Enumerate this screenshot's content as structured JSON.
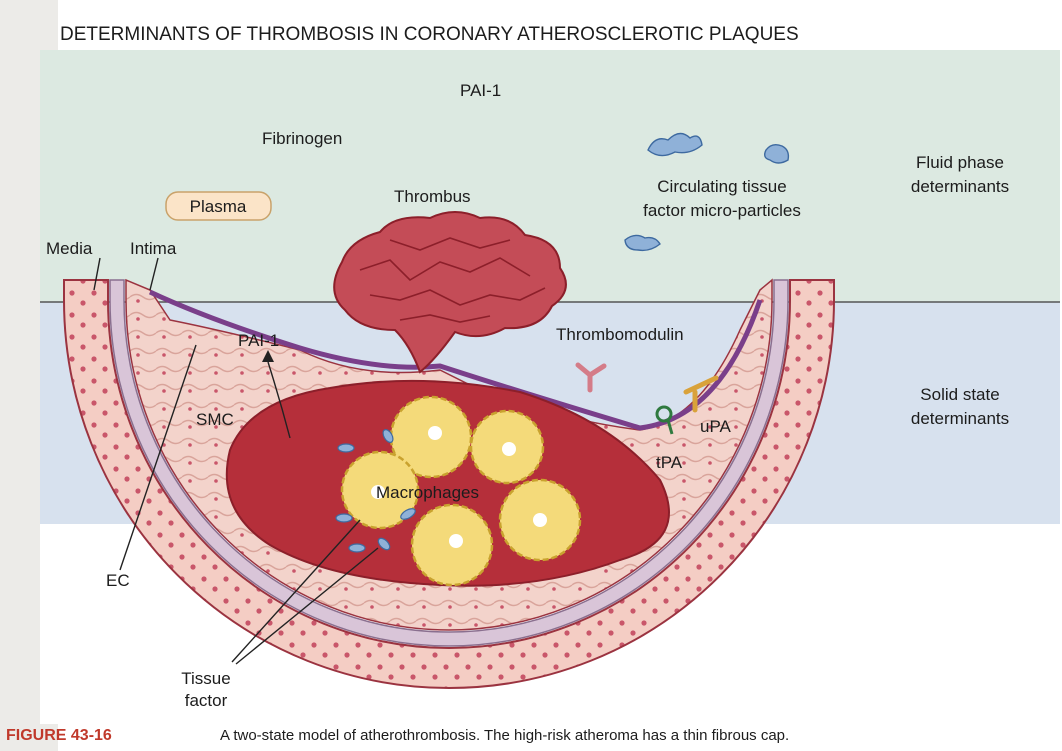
{
  "title": "DETERMINANTS OF THROMBOSIS IN CORONARY ATHEROSCLEROTIC PLAQUES",
  "labels": {
    "pai1_top": "PAI-1",
    "fibrinogen": "Fibrinogen",
    "plasma": "Plasma",
    "thrombus": "Thrombus",
    "circulating_line1": "Circulating tissue",
    "circulating_line2": "factor micro-particles",
    "fluid_line1": "Fluid phase",
    "fluid_line2": "determinants",
    "media": "Media",
    "intima": "Intima",
    "pai1_inner": "PAI-1",
    "smc": "SMC",
    "thrombomodulin": "Thrombomodulin",
    "upa": "uPA",
    "tpa": "tPA",
    "solid_line1": "Solid state",
    "solid_line2": "determinants",
    "macrophages": "Macrophages",
    "ec": "EC",
    "tissue_line1": "Tissue",
    "tissue_line2": "factor"
  },
  "caption": {
    "figure": "FIGURE 43-16",
    "text": "A two-state model of atherothrombosis. The high-risk atheroma has a thin fibrous cap."
  },
  "colors": {
    "fluid_bg": "#dce9e1",
    "solid_bg": "#d7e1ee",
    "wall": "#f2c7bf",
    "media_dots": "#c9566a",
    "core": "#b52f3a",
    "thrombus": "#c44c57",
    "macrophage": "#f4da7a",
    "caption_red": "#c0392b"
  }
}
